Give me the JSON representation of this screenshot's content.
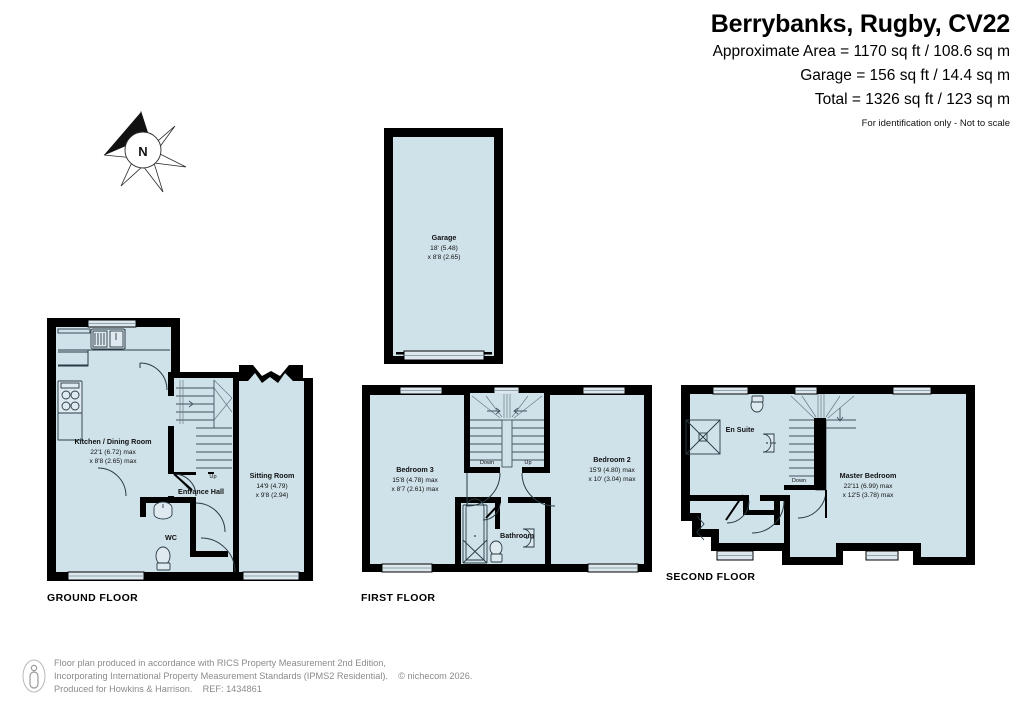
{
  "header": {
    "title": "Berrybanks, Rugby, CV22",
    "approx_area": "Approximate Area = 1170 sq ft / 108.6 sq m",
    "garage_area": "Garage = 156 sq ft / 14.4 sq m",
    "total_area": "Total = 1326 sq ft / 123 sq m",
    "disclaimer": "For identification only - Not to scale"
  },
  "compass": {
    "label": "N",
    "name": "north-arrow"
  },
  "colors": {
    "room_fill": "#cfe2ea",
    "wall": "#000000",
    "window_fill": "#dce8ee",
    "footer_text": "#8b8b8b",
    "stair_line": "#4a5a66"
  },
  "floors": {
    "garage": {
      "caption": "",
      "rooms": [
        {
          "name": "Garage",
          "line1": "18' (5.48)",
          "line2": "x 8'8 (2.65)"
        }
      ]
    },
    "ground": {
      "caption": "GROUND FLOOR",
      "rooms": [
        {
          "name": "Kitchen / Dining Room",
          "line1": "22'1 (6.72) max",
          "line2": "x 8'8 (2.65) max"
        },
        {
          "name": "Sitting Room",
          "line1": "14'9 (4.79)",
          "line2": "x 9'8 (2.94)"
        },
        {
          "name": "Entrance Hall",
          "line1": "",
          "line2": ""
        },
        {
          "name": "WC",
          "line1": "",
          "line2": ""
        }
      ],
      "stair_labels": [
        "Up"
      ]
    },
    "first": {
      "caption": "FIRST FLOOR",
      "rooms": [
        {
          "name": "Bedroom 3",
          "line1": "15'8 (4.78) max",
          "line2": "x 8'7 (2.61) max"
        },
        {
          "name": "Bedroom 2",
          "line1": "15'9 (4.80) max",
          "line2": "x 10' (3.04) max"
        },
        {
          "name": "Bathroom",
          "line1": "",
          "line2": ""
        }
      ],
      "stair_labels": [
        "Down",
        "Up"
      ]
    },
    "second": {
      "caption": "SECOND FLOOR",
      "rooms": [
        {
          "name": "Master Bedroom",
          "line1": "22'11 (6.99) max",
          "line2": "x 12'5 (3.78) max"
        },
        {
          "name": "En Suite",
          "line1": "",
          "line2": ""
        }
      ],
      "stair_labels": [
        "Down"
      ]
    }
  },
  "footer": {
    "line1": "Floor plan produced in accordance with RICS Property Measurement 2nd Edition,",
    "line2": "Incorporating International Property Measurement Standards (IPMS2 Residential).    © nichecom 2026.",
    "line3": "Produced for Howkins & Harrison.    REF: 1434861"
  }
}
